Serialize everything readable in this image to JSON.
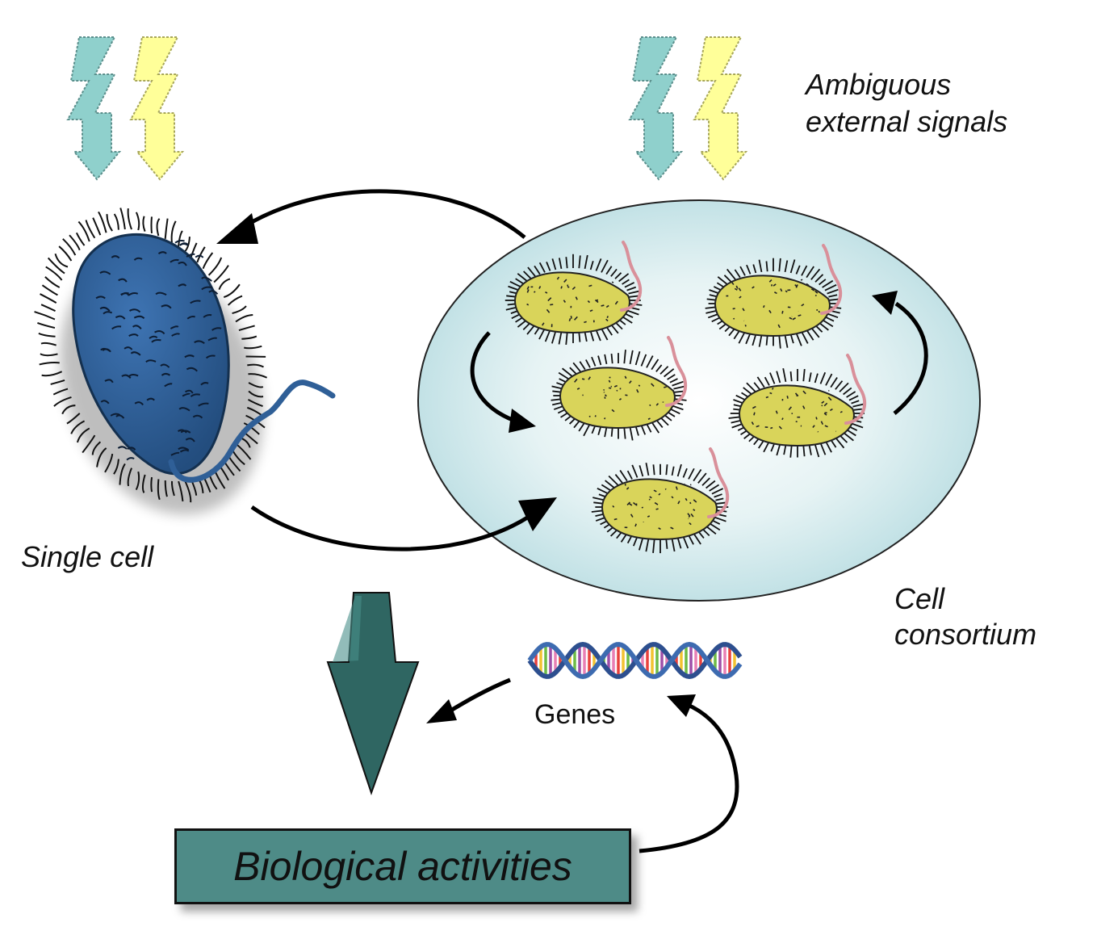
{
  "labels": {
    "ambiguous_line1": "Ambiguous",
    "ambiguous_line2": "external signals",
    "single_cell": "Single cell",
    "consortium_line1": "Cell",
    "consortium_line2": "consortium",
    "genes": "Genes",
    "biological_activities": "Biological activities"
  },
  "colors": {
    "signal_teal": "#8fd0cc",
    "signal_yellow": "#ffff99",
    "single_cell_body": "#2f5f97",
    "consortium_fill": "#d6ecef",
    "consortium_cell": "#d9d45a",
    "flagellum_pink": "#d9909a",
    "big_arrow": "#2f6662",
    "bio_box": "#4e8b87"
  },
  "icons": [
    "lightning-arrow-icon",
    "bacterium-icon",
    "dna-helix-icon"
  ]
}
